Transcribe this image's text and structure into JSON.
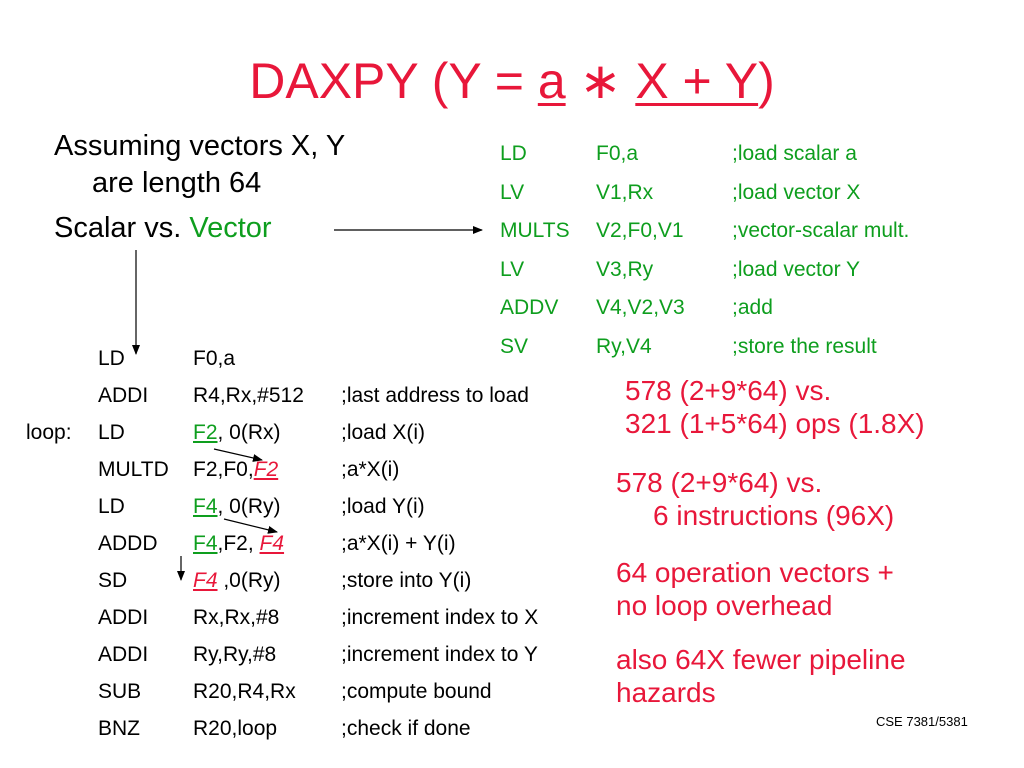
{
  "title": {
    "before": "DAXPY (Y = ",
    "a": "a",
    "star": " ∗ ",
    "xy": "X + Y",
    "after": ")"
  },
  "intro": {
    "line1": "Assuming vectors X, Y",
    "line2": "are length 64"
  },
  "scalar_vs": {
    "prefix": "Scalar vs. ",
    "vector": "Vector"
  },
  "vector_code": [
    {
      "op": "LD",
      "args": "F0,a",
      "comment": ";load scalar a"
    },
    {
      "op": "LV",
      "args": "V1,Rx",
      "comment": ";load vector X"
    },
    {
      "op": "MULTS",
      "args": "V2,F0,V1",
      "comment": ";vector-scalar mult."
    },
    {
      "op": "LV",
      "args": "V3,Ry",
      "comment": ";load vector Y"
    },
    {
      "op": "ADDV",
      "args": "V4,V2,V3",
      "comment": ";add"
    },
    {
      "op": "SV",
      "args": "Ry,V4",
      "comment": ";store the result"
    }
  ],
  "scalar_code": [
    {
      "label": "",
      "op": "LD",
      "args_parts": [
        {
          "t": "F0,a",
          "s": ""
        }
      ],
      "comment": ""
    },
    {
      "label": "",
      "op": "ADDI",
      "args_parts": [
        {
          "t": "R4,Rx,#512",
          "s": ""
        }
      ],
      "comment": ";last address to load"
    },
    {
      "label": "loop:",
      "op": "LD",
      "args_parts": [
        {
          "t": "F2",
          "s": "green"
        },
        {
          "t": ", 0(Rx)",
          "s": ""
        }
      ],
      "comment": ";load X(i)"
    },
    {
      "label": "",
      "op": "MULTD",
      "args_parts": [
        {
          "t": "F2,F0,",
          "s": ""
        },
        {
          "t": "F2",
          "s": "red"
        }
      ],
      "comment": ";a*X(i)"
    },
    {
      "label": "",
      "op": "LD",
      "args_parts": [
        {
          "t": "F4",
          "s": "green"
        },
        {
          "t": ", 0(Ry)",
          "s": ""
        }
      ],
      "comment": ";load Y(i)"
    },
    {
      "label": "",
      "op": "ADDD",
      "args_parts": [
        {
          "t": "F4",
          "s": "green"
        },
        {
          "t": ",F2, ",
          "s": ""
        },
        {
          "t": "F4",
          "s": "red"
        }
      ],
      "comment": ";a*X(i) + Y(i)"
    },
    {
      "label": "",
      "op": "SD",
      "args_parts": [
        {
          "t": "F4",
          "s": "red"
        },
        {
          "t": " ,0(Ry)",
          "s": ""
        }
      ],
      "comment": ";store into Y(i)"
    },
    {
      "label": "",
      "op": "ADDI",
      "args_parts": [
        {
          "t": "Rx,Rx,#8",
          "s": ""
        }
      ],
      "comment": ";increment index to X"
    },
    {
      "label": "",
      "op": "ADDI",
      "args_parts": [
        {
          "t": "Ry,Ry,#8",
          "s": ""
        }
      ],
      "comment": ";increment index to Y"
    },
    {
      "label": "",
      "op": "SUB",
      "args_parts": [
        {
          "t": "R20,R4,Rx",
          "s": ""
        }
      ],
      "comment": ";compute bound"
    },
    {
      "label": "",
      "op": "BNZ",
      "args_parts": [
        {
          "t": "R20,loop",
          "s": ""
        }
      ],
      "comment": ";check if done"
    }
  ],
  "notes": {
    "n1": {
      "l1": "578 (2+9*64) vs.",
      "l2": "321 (1+5*64) ops (1.8X)"
    },
    "n2": {
      "l1": "578 (2+9*64) vs.",
      "l2": "6 instructions (96X)"
    },
    "n3": {
      "l1": "64 operation vectors +",
      "l2": "no loop overhead"
    },
    "n4": {
      "l1": "also 64X fewer pipeline",
      "l2": "hazards"
    }
  },
  "footer": "CSE 7381/5381",
  "colors": {
    "red": "#e8173a",
    "green": "#0e9e1e",
    "text": "#000000"
  }
}
